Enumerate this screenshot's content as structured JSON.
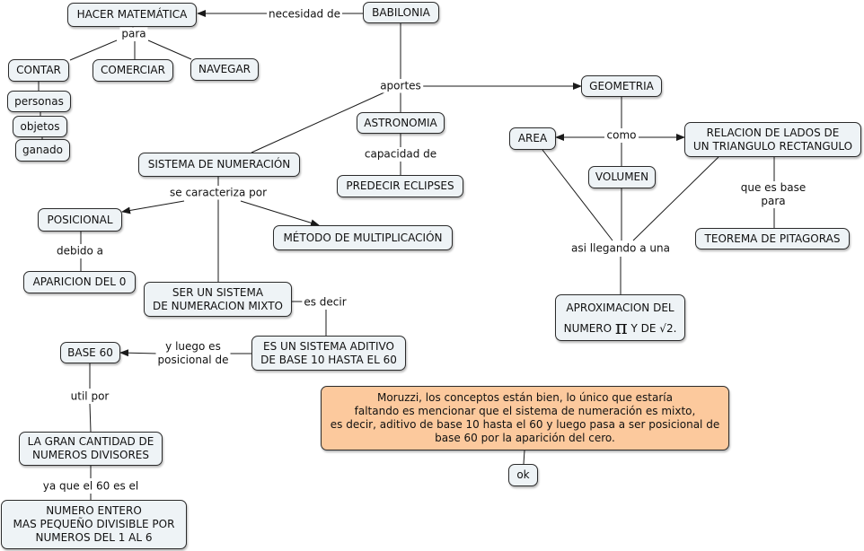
{
  "nodes": {
    "babilonia": "BABILONIA",
    "hacer_matematica": "HACER MATEMÁTICA",
    "contar": "CONTAR",
    "comerciar": "COMERCIAR",
    "navegar": "NAVEGAR",
    "personas": "personas",
    "objetos": "objetos",
    "ganado": "ganado",
    "geometria": "GEOMETRIA",
    "astronomia": "ASTRONOMIA",
    "predecir_eclipses": "PREDECIR ECLIPSES",
    "area": "AREA",
    "volumen": "VOLUMEN",
    "relacion_lados": "RELACION DE LADOS DE\nUN TRIANGULO RECTANGULO",
    "teorema_pitagoras": "TEOREMA DE PITAGORAS",
    "aproximacion_line1": "APROXIMACION DEL",
    "aproximacion_line2_pre": "NUMERO ",
    "aproximacion_pi": "π",
    "aproximacion_line2_post": " Y DE √2.",
    "sistema_numeracion": "SISTEMA DE NUMERACIÓN",
    "posicional": "POSICIONAL",
    "metodo_multiplicacion": "MÉTODO DE MULTIPLICACIÓN",
    "aparicion_del_0": "APARICION DEL 0",
    "sistema_mixto": "SER UN SISTEMA\nDE NUMERACION MIXTO",
    "sistema_aditivo": "ES UN SISTEMA ADITIVO\nDE BASE 10 HASTA EL 60",
    "base_60": "BASE 60",
    "gran_cantidad": "LA GRAN CANTIDAD DE\nNUMEROS DIVISORES",
    "numero_entero": "NUMERO ENTERO\nMAS PEQUEÑO DIVISIBLE POR\nNUMEROS DEL 1 AL 6",
    "comentario": "Moruzzi, los conceptos están bien, lo único que estaría\nfaltando es mencionar que el sistema de numeración es mixto,\nes decir, aditivo de base 10 hasta el 60 y luego  pasa a ser posicional de\nbase 60 por la aparición del cero.",
    "ok": "ok"
  },
  "links": {
    "necesidad_de": "necesidad de",
    "para": "para",
    "aportes": "aportes",
    "capacidad_de": "capacidad de",
    "como": "como",
    "que_es_base_para": "que es base para",
    "asi_llegando": "asi llegando a una",
    "se_caracteriza_por": "se caracteriza por",
    "debido_a": "debido a",
    "es_decir": "es decir",
    "y_luego": "y luego es\nposicional de",
    "util_por": "util por",
    "ya_que": "ya que el 60 es el"
  },
  "colors": {
    "node_fill": "#eef3f6",
    "note_fill": "#fcc99d",
    "line": "#1a1a1a"
  }
}
